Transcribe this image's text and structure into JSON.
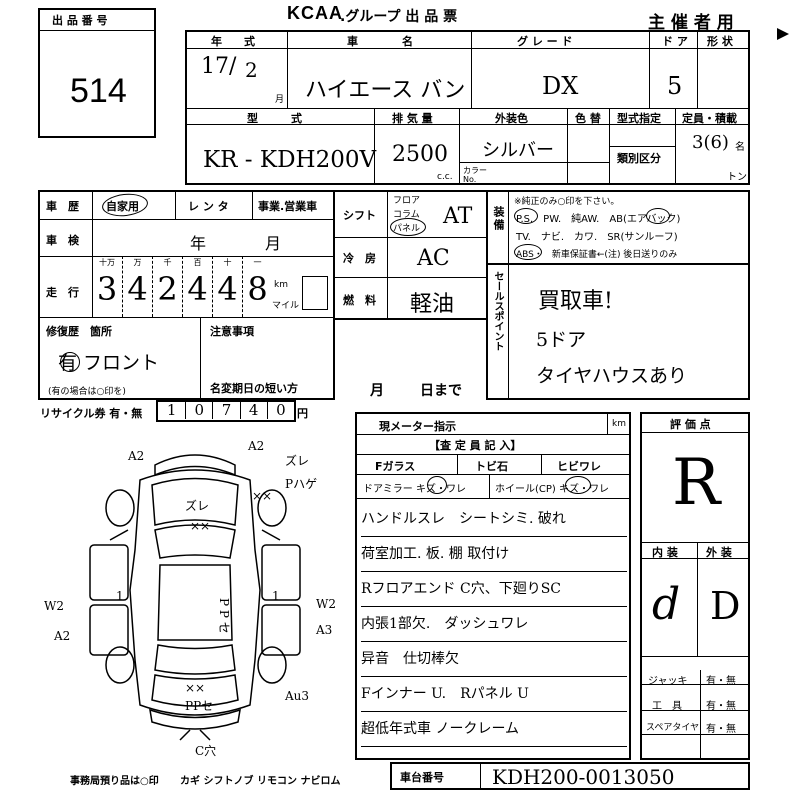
{
  "header": {
    "lot_label": "出 品 番 号",
    "lot_no": "514",
    "brand": "KCAA",
    "title": ".グループ 出 品 票",
    "usage": "主 催 者 用"
  },
  "vehicle": {
    "year_label": "年　　式",
    "year_value": "17",
    "year_sep": "/",
    "month_value": "2",
    "month_unit": "月",
    "name_label": "車　　　　名",
    "name_value": "ハイエース バン",
    "grade_label": "グ レ ー ド",
    "grade_value": "DX",
    "doors_label": "ド ア",
    "doors_value": "5",
    "shape_label": "形 状",
    "model_label": "型　　　式",
    "model_value": "KR - KDH200V",
    "displacement_label": "排 気 量",
    "displacement_value": "2500",
    "displacement_unit": "c.c.",
    "color_label": "外装色",
    "color_value": "シルバー",
    "color_no_label": "色 替",
    "color_no_sub": "カラー No.",
    "type_label": "型式指定",
    "class_label": "類別区分",
    "capacity_label": "定員・積載",
    "capacity_value": "3(6)",
    "capacity_unit": "名",
    "ton_unit": "トン"
  },
  "history": {
    "history_label": "車　歴",
    "opt_private": "自家用",
    "opt_rental": "レ ン タ",
    "opt_business": "事業.営業車",
    "shaken_label": "車　検",
    "shaken_year": "年",
    "shaken_month": "月",
    "mileage_label": "走　行",
    "mileage_units": [
      "十万",
      "万",
      "千",
      "百",
      "十",
      "一"
    ],
    "mileage_digits": [
      "3",
      "4",
      "2",
      "4",
      "4",
      "8"
    ],
    "km": "km",
    "mile": "マイル",
    "repair_label": "修復歴　箇所",
    "repair_value": "有 フロント",
    "repair_note": "(有の場合は○印を)",
    "notes_label": "注意事項",
    "short_title_label": "名変期日の短い方",
    "short_month": "月",
    "short_day": "日まで",
    "recycle_label": "リサイクル券 有・無",
    "recycle_digits": [
      "1",
      "0",
      "7",
      "4",
      "0"
    ],
    "recycle_unit": "円"
  },
  "spec": {
    "shift_label": "シフト",
    "shift_opts": [
      "フロア",
      "コラム",
      "パネル"
    ],
    "shift_value": "AT",
    "aircon_label": "冷　房",
    "aircon_value": "AC",
    "fuel_label": "燃　料",
    "fuel_value": "軽油"
  },
  "equipment": {
    "label": "装備",
    "note": "※純正のみ○印を下さい。",
    "line1": "P.S.　PW.　純AW.　AB(エアバック)",
    "line2": "TV.　ナビ.　カワ.　SR(サンルーフ)",
    "line3": "ABS・　新車保証書←(注) 後日送りのみ"
  },
  "sales_point": {
    "label": "セールスポイント",
    "lines": [
      "買取車!",
      "5ドア",
      "タイヤハウスあり"
    ]
  },
  "inspection": {
    "meter_label": "現メーター指示",
    "meter_unit": "km",
    "inspector_label": "【査 定 員 記 入】",
    "f_glass": "Fガラス",
    "tobi": "トビ石",
    "hibi": "ヒビワレ",
    "mirror": "ドアミラー キズ・ワレ",
    "wheel": "ホイール(CP) キズ・ワレ",
    "remarks": [
      "ハンドルスレ　シートシミ. 破れ",
      "荷室加工. 板. 棚 取付け",
      "Rフロアエンド C穴、下廻りSC",
      "内張1部欠.　ダッシュワレ",
      "异音　仕切棒欠",
      "Fインナー U.　Rパネル U",
      "超低年式車 ノークレーム"
    ]
  },
  "evaluation": {
    "label": "評 価 点",
    "score": "R",
    "interior_label": "内 装",
    "exterior_label": "外 装",
    "interior": "d",
    "exterior": "D",
    "jack_label": "ジャッキ",
    "tools_label": "工　具",
    "spare_label": "スペアタイヤ",
    "yes_no": "有・無"
  },
  "chassis": {
    "label": "車台番号",
    "value": "KDH200-0013050"
  },
  "footer": {
    "note": "事務局預り品は○印",
    "items": "カギ シフトノブ リモコン ナビロム"
  },
  "diagram": {
    "marks": {
      "a2_tl": "A2",
      "a2_tr": "A2",
      "zure_tr": "ズレ",
      "pant_tr": "Pハゲ",
      "xx_tr": "××",
      "zure_center": "ズレ",
      "xx_center": "××",
      "ppu": "P P セ",
      "w2": "W2",
      "a2_left": "A2",
      "one_left": "1",
      "w2_right": "W2",
      "a3_right": "A3",
      "one_right": "1",
      "xx_rear": "××",
      "ppu_rear": "PPセ",
      "au3": "Au3",
      "c_hole": "C穴"
    }
  }
}
